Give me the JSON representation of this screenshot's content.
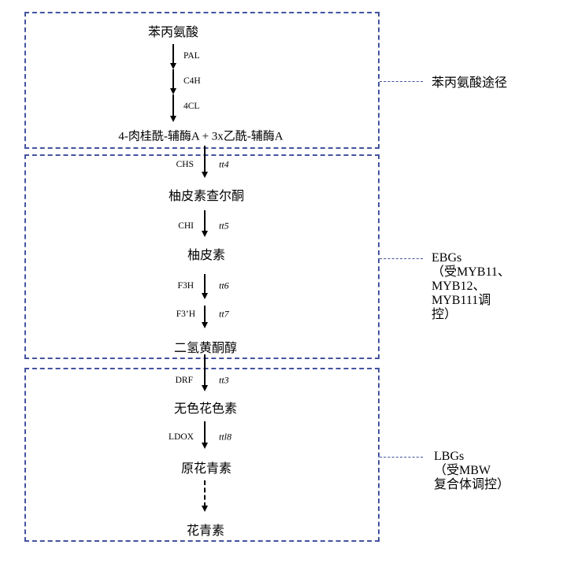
{
  "nodes": {
    "phenylalanine": "苯丙氨酸",
    "cinnamoyl_coa": "4-肉桂酰-辅酶A + 3x乙酰-辅酶A",
    "naringenin_chalcone": "柚皮素查尔酮",
    "naringenin": "柚皮素",
    "dihydroflavonol": "二氢黄酮醇",
    "leucoanthocyanidin": "无色花色素",
    "proanthocyanidin": "原花青素",
    "anthocyanin": "花青素"
  },
  "enzymes": {
    "pal": "PAL",
    "c4h": "C4H",
    "cl4": "4CL",
    "chs": "CHS",
    "chi": "CHI",
    "f3h": "F3H",
    "f3ph": "F3’H",
    "drf": "DRF",
    "ldox": "LDOX"
  },
  "mutants": {
    "tt4": "tt4",
    "tt5": "tt5",
    "tt6": "tt6",
    "tt7": "tt7",
    "tt3": "tt3",
    "ttl8": "ttl8"
  },
  "annotations": {
    "phenylpropanoid_pathway": "苯丙氨酸途径",
    "ebgs": [
      "EBGs",
      "（受MYB11、",
      "MYB12、",
      "MYB111调",
      "控）"
    ],
    "lbgs": [
      "LBGs",
      "（受MBW",
      "复合体调控）"
    ]
  },
  "colors": {
    "border_blue": "#43539f",
    "text": "#000000",
    "background": "#ffffff"
  }
}
